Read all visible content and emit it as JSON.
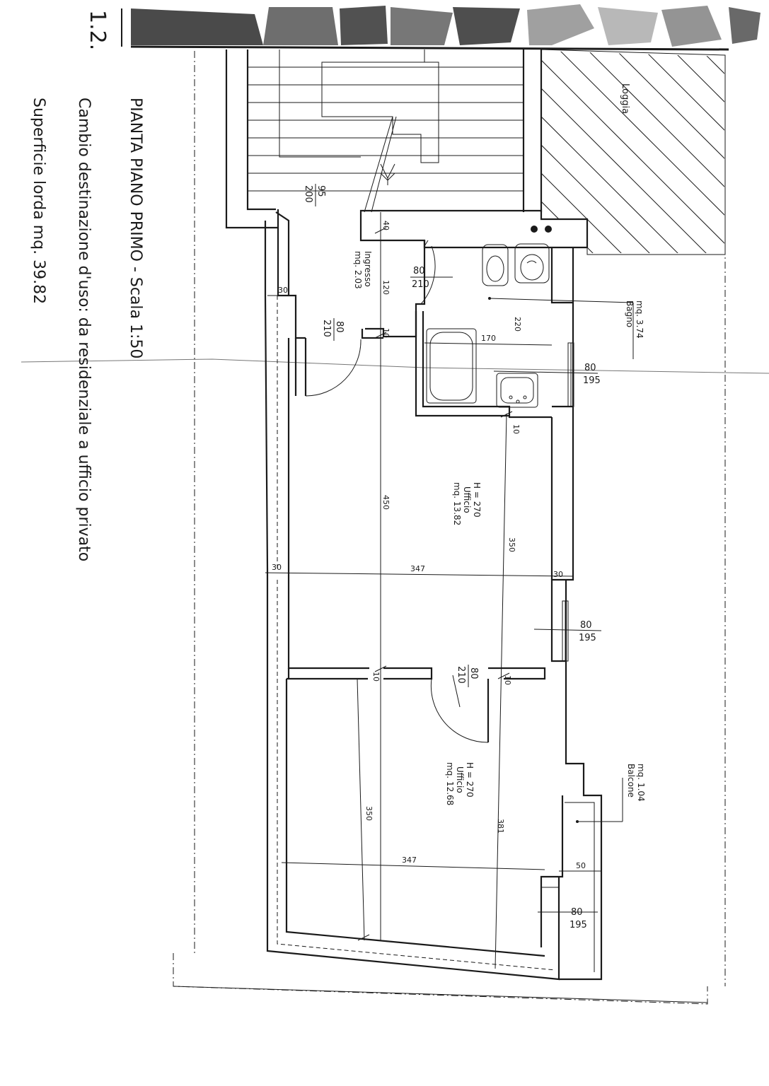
{
  "header": {
    "number": "1.2.",
    "title": "PIANTA PIANO PRIMO  -  Scala 1:50",
    "description": "Cambio destinazione d'uso: da residenziale a ufficio privato",
    "surface": "Superficie lorda mq. 39.82"
  },
  "rooms": {
    "loggia": {
      "name": "Loggia"
    },
    "bagno": {
      "name": "Bagno",
      "area": "mq. 3.74"
    },
    "ingresso": {
      "name": "Ingresso",
      "area": "mq. 2.03"
    },
    "ufficio1": {
      "height": "H = 270",
      "name": "Ufficio",
      "area": "mq. 13.82"
    },
    "ufficio2": {
      "height": "H = 270",
      "name": "Ufficio",
      "area": "mq. 12.68"
    },
    "balcone": {
      "name": "Balcone",
      "area": "mq. 1.04"
    }
  },
  "openings": {
    "stair_door": {
      "w": "95",
      "h": "200"
    },
    "ingresso_door": {
      "w": "80",
      "h": "210"
    },
    "bagno_door": {
      "w": "80",
      "h": "210"
    },
    "bagno_window": {
      "w": "80",
      "h": "195"
    },
    "ufficio1_window": {
      "w": "80",
      "h": "195"
    },
    "ufficio2_door": {
      "w": "80",
      "h": "210"
    },
    "ufficio2_window": {
      "w": "80",
      "h": "195"
    }
  },
  "dimensions": {
    "d40": "40",
    "d120": "120",
    "d10a": "10",
    "d30a": "30",
    "d170": "170",
    "d220": "220",
    "d10b": "10",
    "d450": "450",
    "d350a": "350",
    "d347a": "347",
    "d30b": "30",
    "d30c": "30",
    "d10c": "10",
    "d10d": "10",
    "d350b": "350",
    "d381": "381",
    "d347b": "347",
    "d50": "50"
  }
}
